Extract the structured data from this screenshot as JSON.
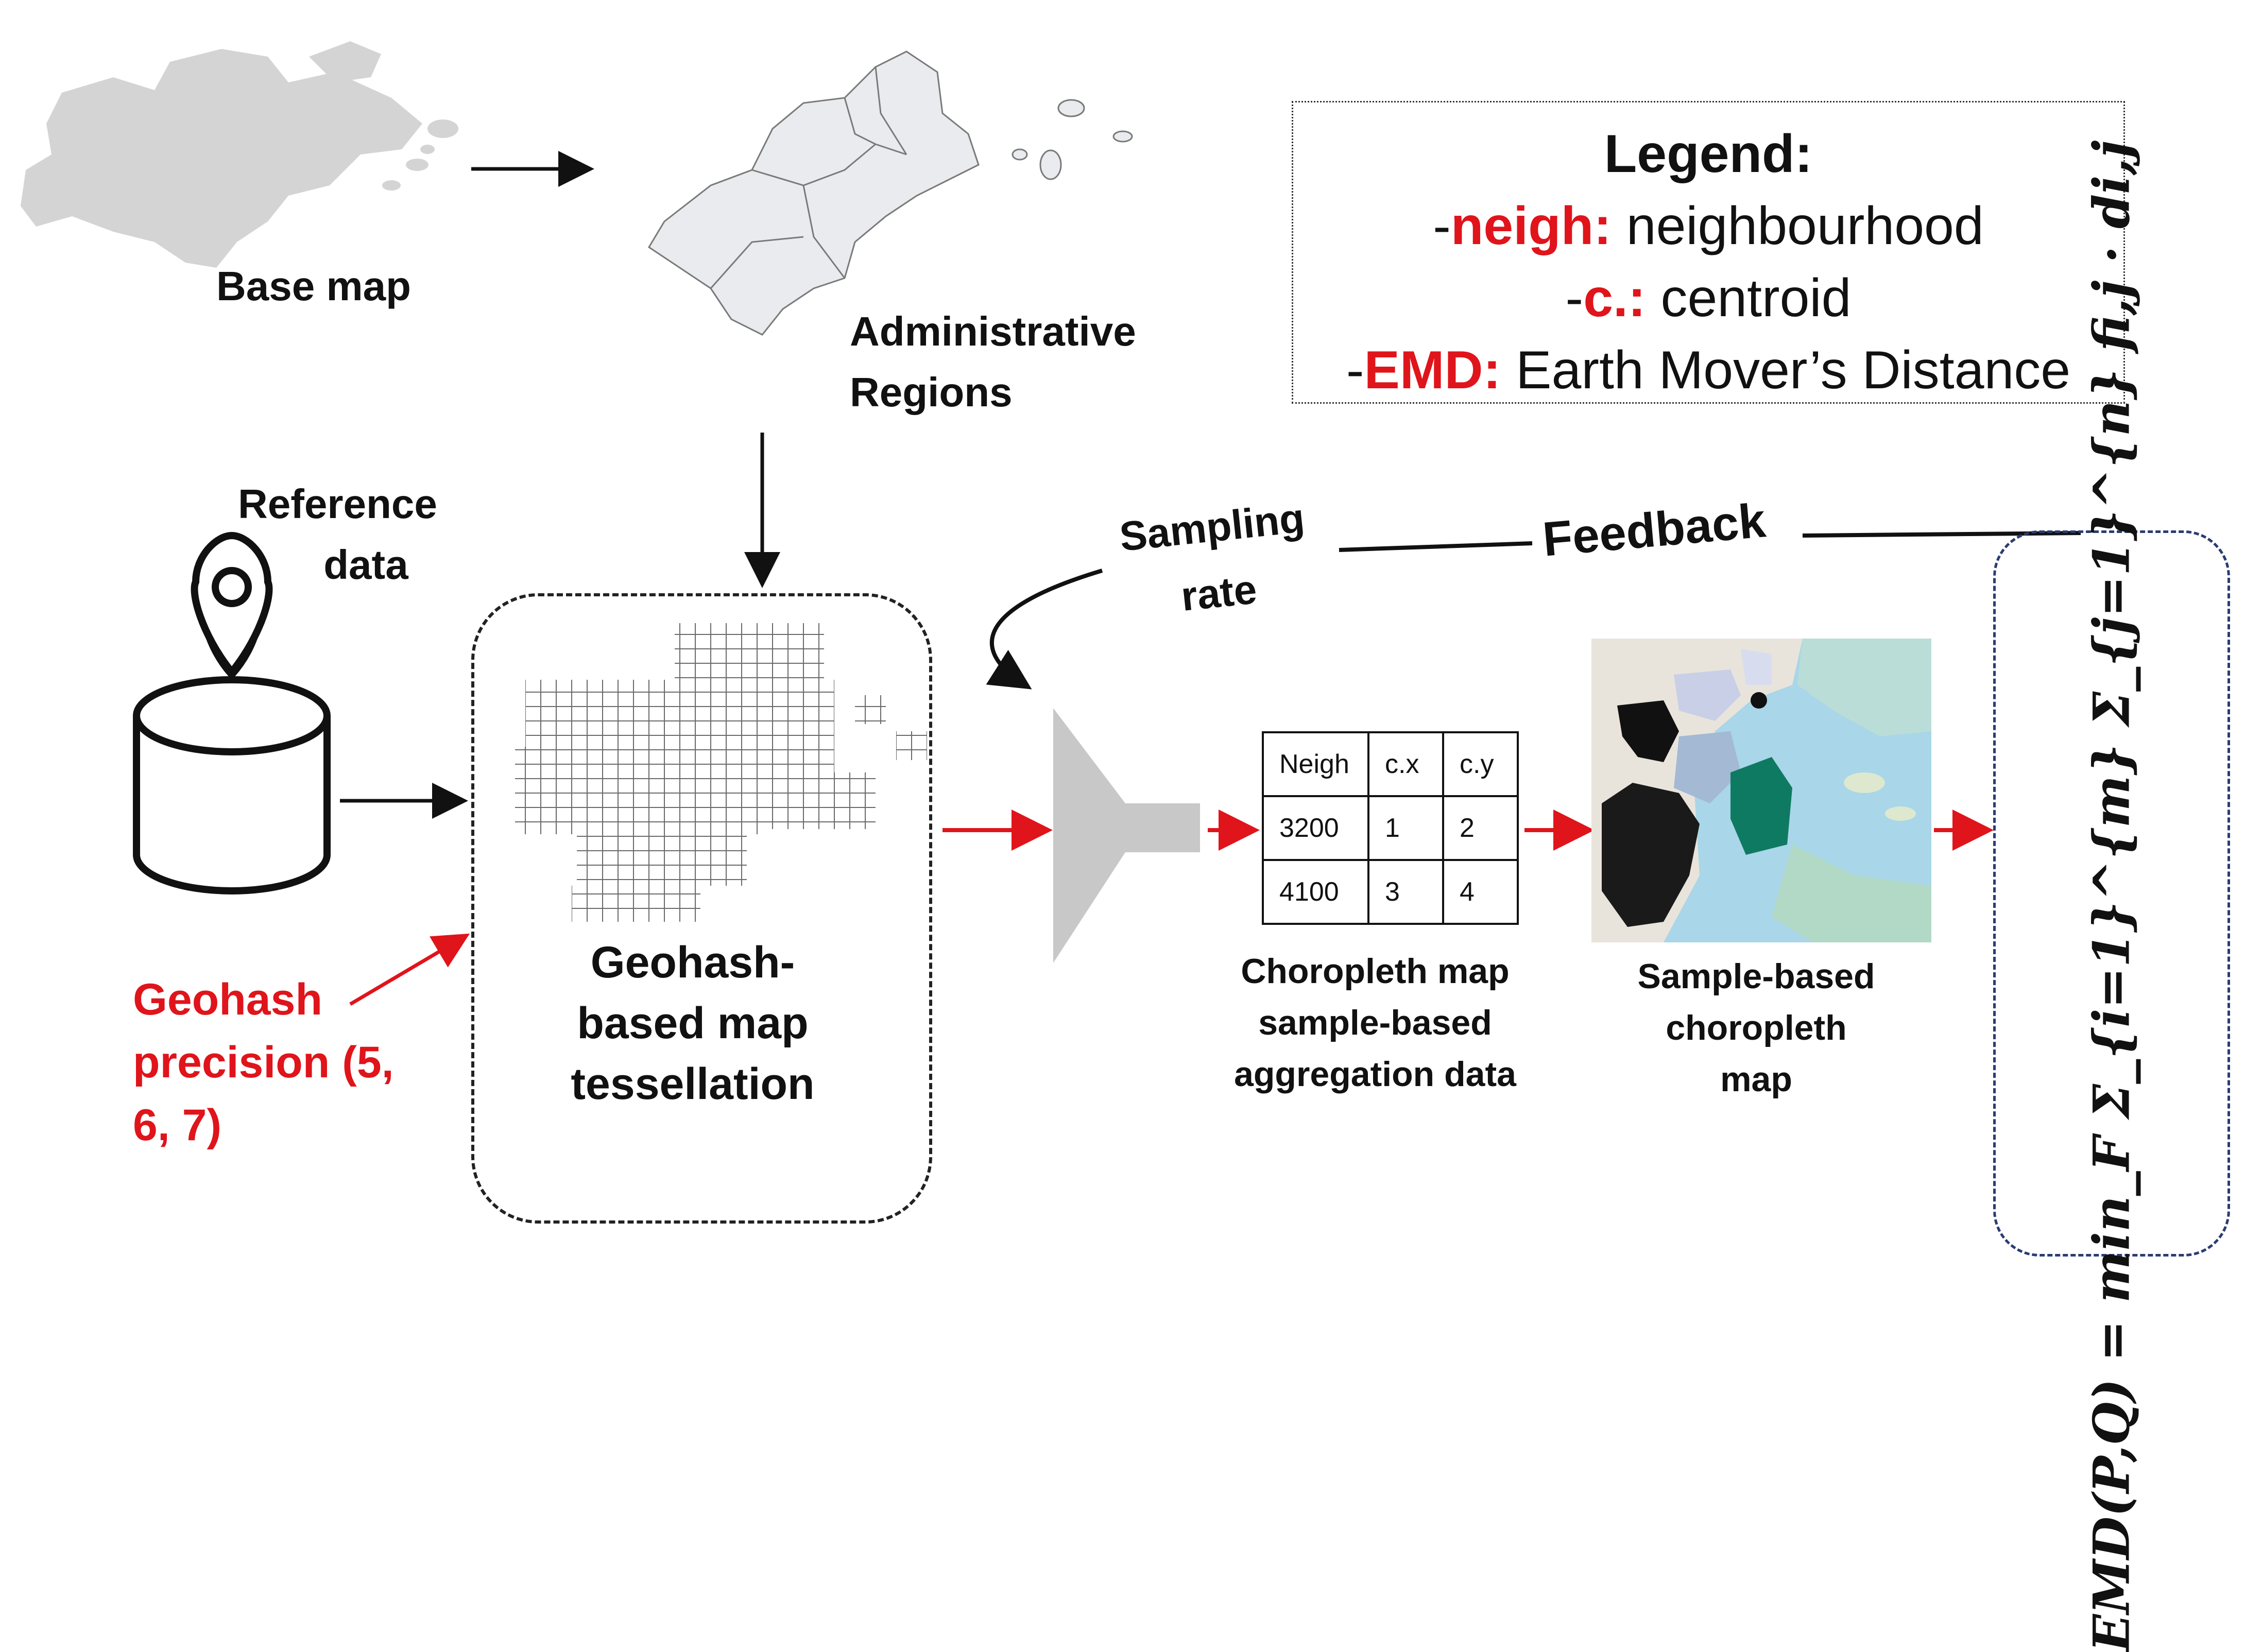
{
  "labels": {
    "base_map": "Base map",
    "admin_regions_line1": "Administrative",
    "admin_regions_line2": "Regions",
    "reference_line1": "Reference",
    "reference_line2": "data",
    "sampling_line1": "Sampling",
    "sampling_line2": "rate",
    "feedback": "Feedback",
    "tess_line1": "Geohash-",
    "tess_line2": "based map",
    "tess_line3": "tessellation",
    "precision_line1": "Geohash",
    "precision_line2": "precision (5,",
    "precision_line3": "6, 7)",
    "choro_data_line1": "Choropleth map",
    "choro_data_line2": "sample-based",
    "choro_data_line3": "aggregation data",
    "sample_map_line1": "Sample-based",
    "sample_map_line2": "choropleth",
    "sample_map_line3": "map"
  },
  "legend": {
    "title": "Legend:",
    "items": [
      {
        "prefix": "-",
        "key": "neigh:",
        "desc": " neighbourhood"
      },
      {
        "prefix": "-",
        "key": "c.:",
        "desc": " centroid"
      },
      {
        "prefix": "-",
        "key": "EMD:",
        "desc": " Earth Mover’s Distance"
      }
    ]
  },
  "table": {
    "headers": [
      "Neigh",
      "c.x",
      "c.y"
    ],
    "rows": [
      [
        "3200",
        "1",
        "2"
      ],
      [
        "4100",
        "3",
        "4"
      ]
    ]
  },
  "equation": "EMD(P,Q) = min_F Σ_{i=1}^{m} Σ_{j=1}^{n} fi,j · di,j",
  "colors": {
    "accent_red": "#e0141b",
    "emd_border": "#2a3c72",
    "map_gray": "#d4d4d4",
    "sea": "#a9d6e8",
    "highlight_green": "#0e7a62"
  }
}
